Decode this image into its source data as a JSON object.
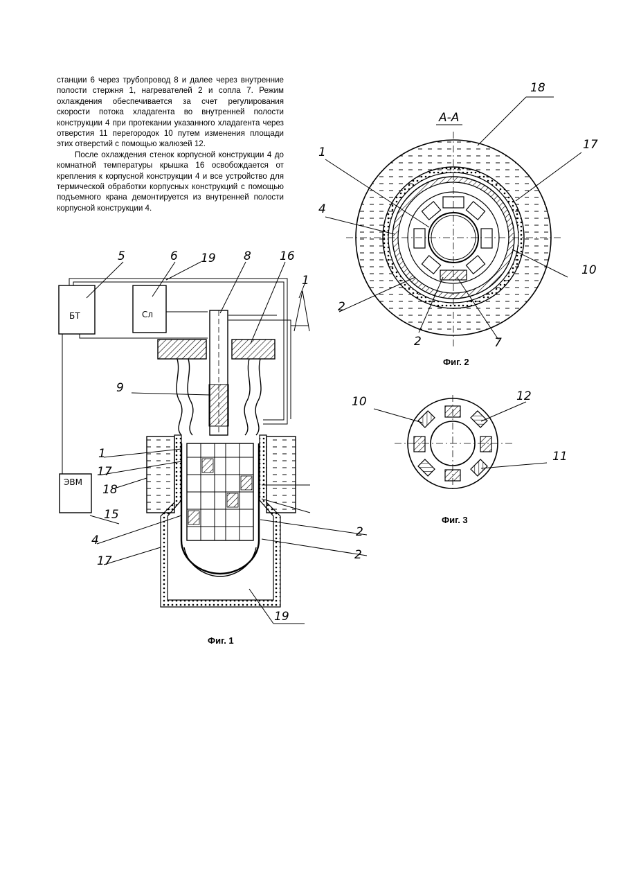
{
  "text": {
    "paragraph1": "станции 6 через трубопровод 8 и далее через внутренние полости стержня 1, нагревателей 2 и сопла 7. Режим охлаждения обеспечивается за счет регулирования скорости потока хладагента во внутренней полости конструкции 4 при протекании указанного хладагента через отверстия 11 перегородок 10 путем изменения площади этих отверстий с помощью жалюзей 12.",
    "paragraph2": "После охлаждения стенок корпусной конструкции 4 до комнатной температуры крышка 16 освобождается от крепления к корпусной конструкции 4 и все устройство для термической обработки корпусных конструкций с помощью подъемного крана демонтируется из внутренней полости корпусной конструкции 4."
  },
  "fig1": {
    "caption": "Фиг. 1",
    "box_bt": "БТ",
    "box_sa": "Сл",
    "box_evm": "ЭВМ",
    "labels": {
      "l5": "5",
      "l6": "6",
      "l19a": "19",
      "l8": "8",
      "l16": "16",
      "l1r": "1",
      "l9": "9",
      "l1": "1",
      "l17a": "17",
      "l18": "18",
      "l15": "15",
      "l4": "4",
      "l17b": "17",
      "l2a": "2",
      "l2b": "2",
      "l19b": "19"
    }
  },
  "fig2": {
    "caption": "Фиг. 2",
    "section": "А-А",
    "labels": {
      "l18": "18",
      "l17": "17",
      "l1": "1",
      "l4": "4",
      "l10": "10",
      "l2a": "2",
      "l2b": "2",
      "l7": "7"
    }
  },
  "fig3": {
    "caption": "Фиг. 3",
    "labels": {
      "l10": "10",
      "l12": "12",
      "l11": "11"
    }
  }
}
